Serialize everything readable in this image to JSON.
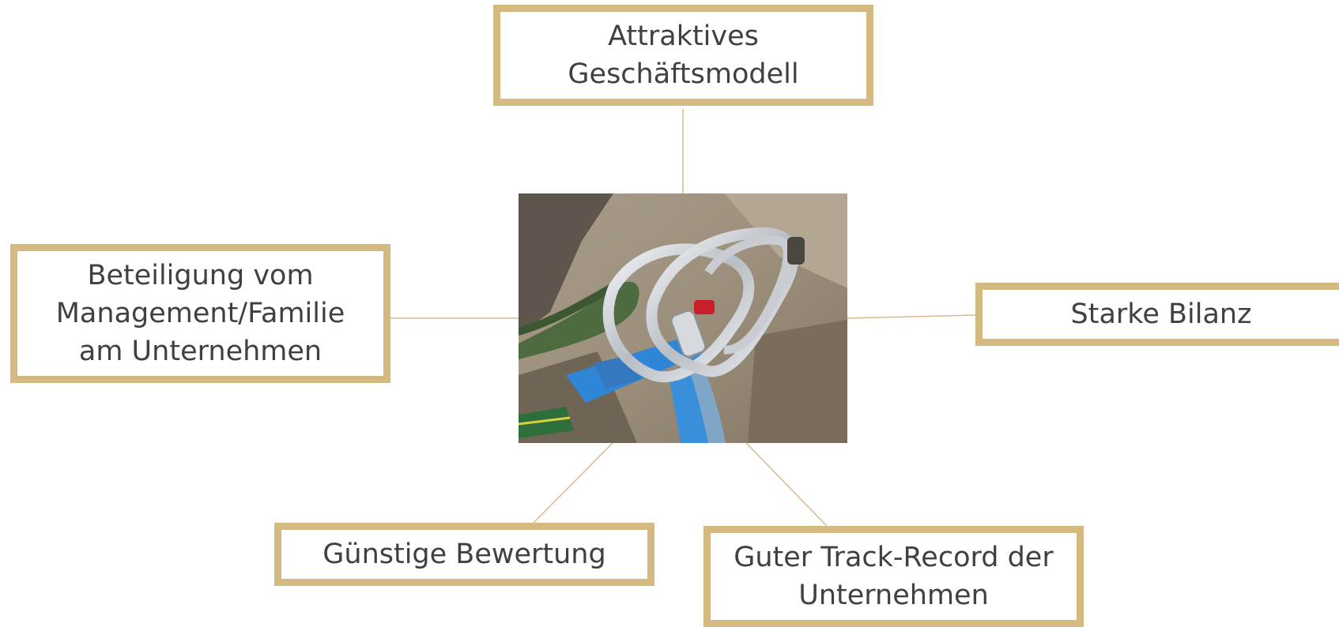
{
  "diagram": {
    "center_image": {
      "icon": "climbing-carabiners-photo",
      "description_alt": ""
    },
    "nodes": [
      {
        "id": "top",
        "lines": [
          "Attraktives",
          "Geschäftsmodell"
        ]
      },
      {
        "id": "left",
        "lines": [
          "Beteiligung vom",
          "Management/Familie",
          "am Unternehmen"
        ]
      },
      {
        "id": "right",
        "lines": [
          "Starke Bilanz"
        ]
      },
      {
        "id": "bottom_left",
        "lines": [
          "Günstige Bewertung"
        ]
      },
      {
        "id": "bottom_right",
        "lines": [
          "Guter Track-Record der",
          "Unternehmen"
        ]
      }
    ],
    "colors": {
      "border": "#d4b981",
      "connector": "#d9b98a",
      "text": "#404040"
    }
  }
}
